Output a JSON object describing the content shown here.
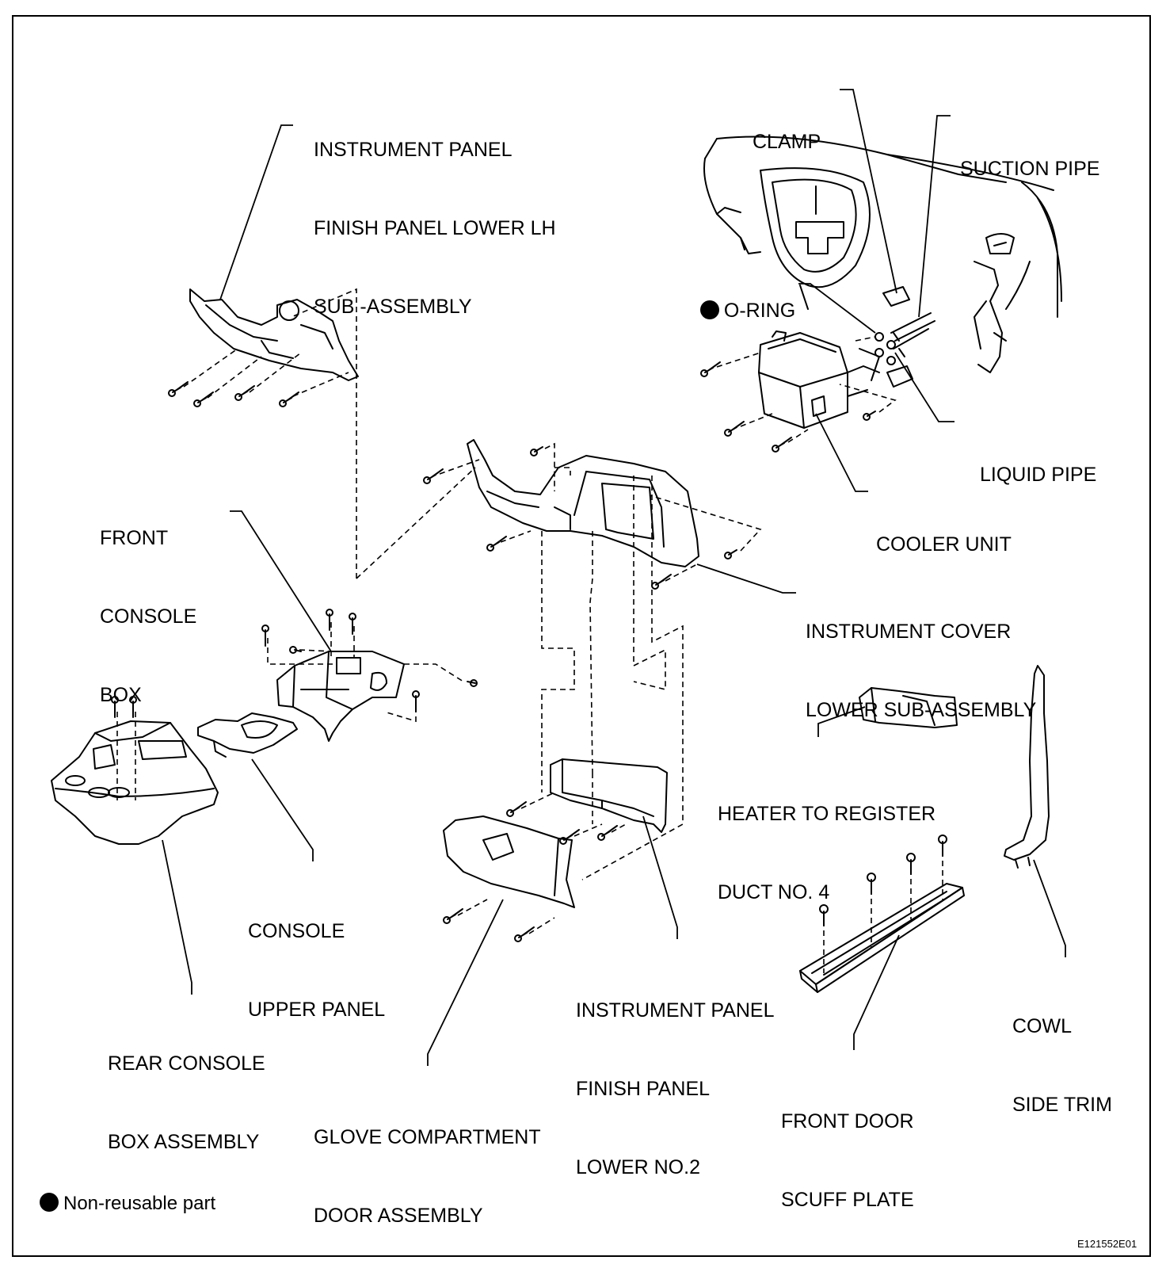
{
  "labels": {
    "ip_finish_lh": [
      "INSTRUMENT PANEL",
      "FINISH PANEL LOWER LH",
      "SUB -ASSEMBLY"
    ],
    "clamp": [
      "CLAMP"
    ],
    "suction_pipe": [
      "SUCTION PIPE"
    ],
    "o_ring": [
      "O-RING"
    ],
    "liquid_pipe": [
      "LIQUID PIPE"
    ],
    "cooler_unit": [
      "COOLER UNIT"
    ],
    "front_console_box": [
      "FRONT",
      "CONSOLE",
      "BOX"
    ],
    "instrument_cover_lower": [
      "INSTRUMENT COVER",
      "LOWER SUB-ASSEMBLY"
    ],
    "heater_duct": [
      "HEATER TO REGISTER",
      "DUCT NO. 4"
    ],
    "console_upper_panel": [
      "CONSOLE",
      "UPPER PANEL"
    ],
    "ip_finish_no2": [
      "INSTRUMENT PANEL",
      "FINISH PANEL",
      "LOWER NO.2"
    ],
    "cowl_side_trim": [
      "COWL",
      "SIDE TRIM"
    ],
    "rear_console_box": [
      "REAR CONSOLE",
      "BOX ASSEMBLY"
    ],
    "glove_compartment": [
      "GLOVE COMPARTMENT",
      "DOOR ASSEMBLY"
    ],
    "front_door_scuff": [
      "FRONT DOOR",
      "SCUFF PLATE"
    ]
  },
  "legend": {
    "non_reusable": "Non-reusable part"
  },
  "figure_code": "E121552E01",
  "colors": {
    "line": "#000000",
    "background": "#ffffff"
  }
}
